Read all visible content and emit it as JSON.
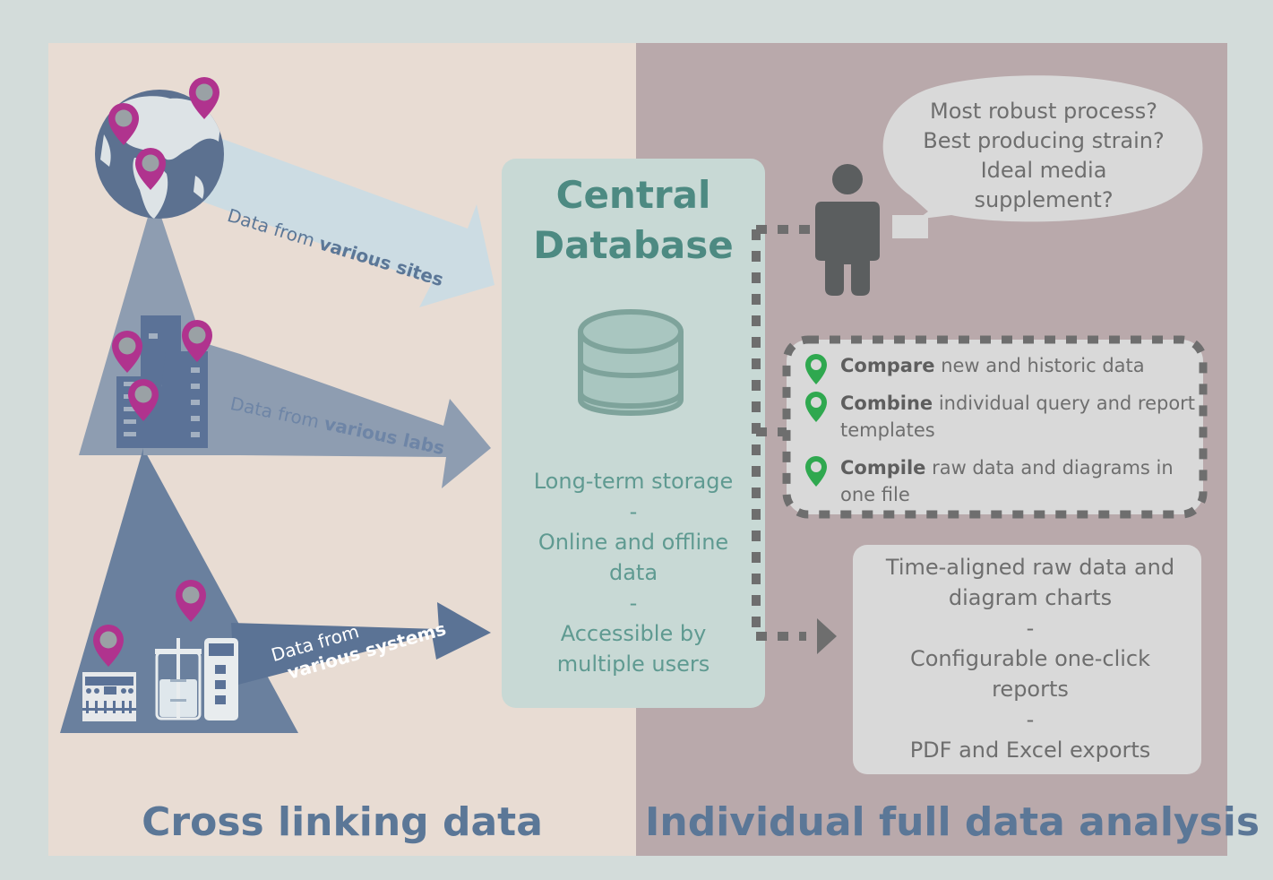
{
  "panels": {
    "left_title": "Cross linking data",
    "right_title": "Individual full data analysis"
  },
  "arrows": {
    "sites": {
      "prefix": "Data from",
      "bold": "various sites"
    },
    "labs": {
      "prefix": "Data from",
      "bold": "various labs"
    },
    "systems": {
      "prefix": "Data from",
      "bold": "various systems"
    }
  },
  "database": {
    "title_line1": "Central",
    "title_line2": "Database",
    "features": [
      "Long-term storage",
      "-",
      "Online and offline",
      "data",
      "-",
      "Accessible by",
      "multiple users"
    ]
  },
  "questions": [
    "Most robust process?",
    "Best producing strain?",
    "Ideal media",
    "supplement?"
  ],
  "analysis_features": [
    {
      "bold": "Compare",
      "rest": " new and historic data"
    },
    {
      "bold": "Combine",
      "rest": " individual query and report templates"
    },
    {
      "bold": "Compile",
      "rest": " raw data and diagrams in one file"
    }
  ],
  "outputs": [
    "Time-aligned raw data and",
    "diagram charts",
    "-",
    "Configurable one-click",
    "reports",
    "-",
    "PDF and Excel exports"
  ],
  "colors": {
    "left_panel": "#e8dcd3",
    "right_panel": "#b9a9ab",
    "database_box": "#c8d9d5",
    "pin_magenta": "#b0338e",
    "pin_green": "#2fa84f",
    "title_blue": "#5b7797"
  }
}
